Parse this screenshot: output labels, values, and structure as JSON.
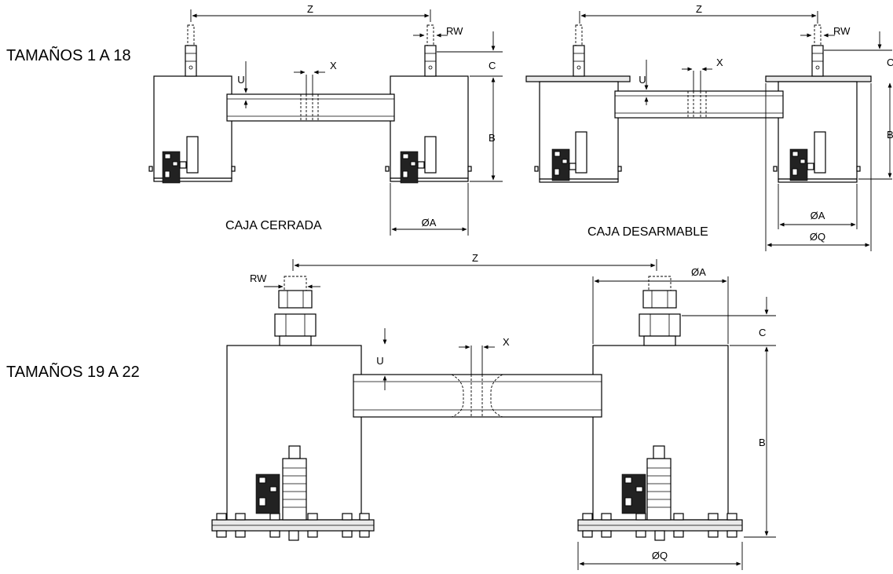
{
  "sections": {
    "small": "TAMAÑOS 1 A 18",
    "large": "TAMAÑOS 19 A 22"
  },
  "captions": {
    "closed": "CAJA CERRADA",
    "split": "CAJA DESARMABLE"
  },
  "dims": {
    "z": "Z",
    "rw": "RW",
    "c": "C",
    "u": "U",
    "x": "X",
    "b": "B",
    "a": "ØA",
    "q": "ØQ"
  }
}
